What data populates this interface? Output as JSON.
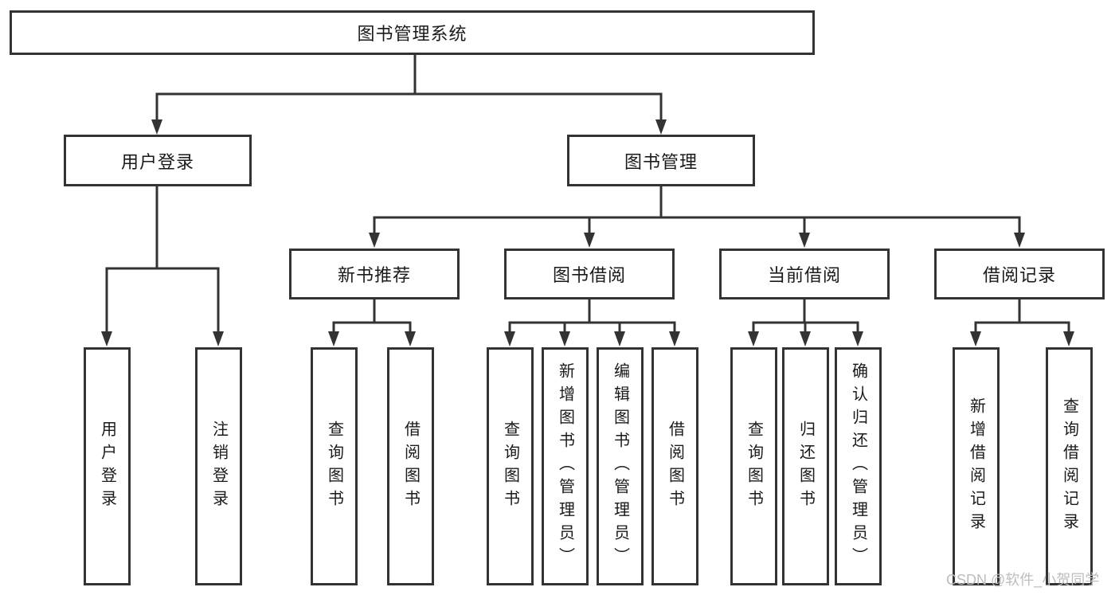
{
  "tree": {
    "root": "图书管理系统",
    "children": [
      {
        "label": "用户登录",
        "children": [
          {
            "label": "用户登录"
          },
          {
            "label": "注销登录"
          }
        ]
      },
      {
        "label": "图书管理",
        "children": [
          {
            "label": "新书推荐",
            "children": [
              {
                "label": "查询图书"
              },
              {
                "label": "借阅图书"
              }
            ]
          },
          {
            "label": "图书借阅",
            "children": [
              {
                "label": "查询图书"
              },
              {
                "label": "新增图书（管理员）"
              },
              {
                "label": "编辑图书（管理员）"
              },
              {
                "label": "借阅图书"
              }
            ]
          },
          {
            "label": "当前借阅",
            "children": [
              {
                "label": "查询图书"
              },
              {
                "label": "归还图书"
              },
              {
                "label": "确认归还（管理员）"
              }
            ]
          },
          {
            "label": "借阅记录",
            "children": [
              {
                "label": "新增借阅记录"
              },
              {
                "label": "查询借阅记录"
              }
            ]
          }
        ]
      }
    ]
  },
  "watermark": "CSDN @软件_小贺同学",
  "colors": {
    "line": "#333333",
    "border": "#333333",
    "text": "#1a1a1a",
    "background": "#ffffff",
    "watermark": "#bdbdbd"
  }
}
